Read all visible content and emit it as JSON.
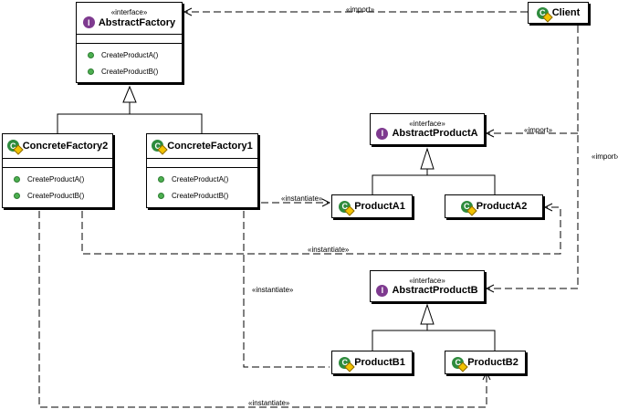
{
  "diagram": {
    "classes": {
      "abstract_factory": {
        "stereotype": "«interface»",
        "name": "AbstractFactory",
        "kind": "interface",
        "ops": [
          "CreateProductA()",
          "CreateProductB()"
        ]
      },
      "concrete_factory2": {
        "name": "ConcreteFactory2",
        "kind": "class",
        "ops": [
          "CreateProductA()",
          "CreateProductB()"
        ]
      },
      "concrete_factory1": {
        "name": "ConcreteFactory1",
        "kind": "class",
        "ops": [
          "CreateProductA()",
          "CreateProductB()"
        ]
      },
      "client": {
        "name": "Client",
        "kind": "class"
      },
      "abstract_product_a": {
        "stereotype": "«interface»",
        "name": "AbstractProductA",
        "kind": "interface"
      },
      "product_a1": {
        "name": "ProductA1",
        "kind": "class"
      },
      "product_a2": {
        "name": "ProductA2",
        "kind": "class"
      },
      "abstract_product_b": {
        "stereotype": "«interface»",
        "name": "AbstractProductB",
        "kind": "interface"
      },
      "product_b1": {
        "name": "ProductB1",
        "kind": "class"
      },
      "product_b2": {
        "name": "ProductB2",
        "kind": "class"
      }
    },
    "labels": {
      "import_top": "«import»",
      "import_a": "«import»",
      "import_right": "«import»",
      "instantiate_a1": "«instantiate»",
      "instantiate_a2": "«instantiate»",
      "instantiate_b1": "«instantiate»",
      "instantiate_b2": "«instantiate»"
    },
    "icon_glyphs": {
      "interface": "I",
      "class": "C"
    },
    "colors": {
      "interface_icon": "#7e3a8f",
      "class_icon": "#2e8b3d",
      "operation_dot": "#4caf50",
      "line": "#000000"
    }
  }
}
